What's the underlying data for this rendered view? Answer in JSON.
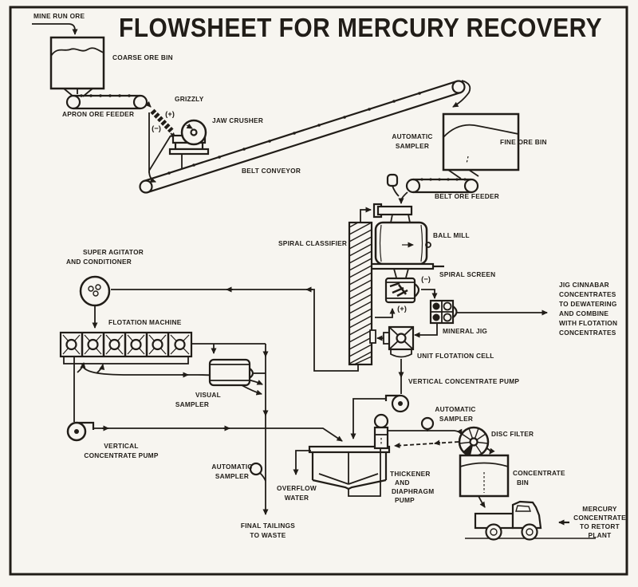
{
  "title": "FLOWSHEET FOR MERCURY RECOVERY",
  "colors": {
    "ink": "#211d18",
    "paper": "#f7f5f0"
  },
  "labels": {
    "mine_run_ore": "MINE RUN ORE",
    "coarse_ore_bin": "COARSE ORE BIN",
    "apron_ore_feeder": "APRON ORE FEEDER",
    "grizzly": "GRIZZLY",
    "jaw_crusher": "JAW CRUSHER",
    "belt_conveyor": "BELT CONVEYOR",
    "fine_ore_bin": "FINE ORE BIN",
    "belt_ore_feeder": "BELT ORE FEEDER",
    "ball_mill": "BALL MILL",
    "spiral_classifier": "SPIRAL CLASSIFIER",
    "spiral_screen": "SPIRAL SCREEN",
    "mineral_jig": "MINERAL JIG",
    "unit_flotation_cell": "UNIT FLOTATION CELL",
    "vertical_concentrate_pump_mid": "VERTICAL CONCENTRATE PUMP",
    "flotation_machine": "FLOTATION MACHINE",
    "disc_filter": "DISC FILTER",
    "plus": "(+)",
    "minus": "(−)"
  },
  "lines": {
    "automatic_sampler_top": [
      "AUTOMATIC",
      "SAMPLER"
    ],
    "super_agitator": [
      "SUPER AGITATOR",
      "AND CONDITIONER"
    ],
    "visual_sampler": [
      "VISUAL",
      "SAMPLER"
    ],
    "vertical_concentrate_pump_left": [
      "VERTICAL",
      "CONCENTRATE PUMP"
    ],
    "automatic_sampler_left": [
      "AUTOMATIC",
      "SAMPLER"
    ],
    "overflow_water": [
      "OVERFLOW",
      "WATER"
    ],
    "final_tailings": [
      "FINAL TAILINGS",
      "TO WASTE"
    ],
    "thickener": [
      "THICKENER",
      "AND",
      "DIAPHRAGM",
      "PUMP"
    ],
    "automatic_sampler_mid": [
      "AUTOMATIC",
      "SAMPLER"
    ],
    "concentrate_bin": [
      "CONCENTRATE",
      "BIN"
    ],
    "jig_note": [
      "JIG  CINNABAR",
      "CONCENTRATES",
      "TO DEWATERING",
      "AND COMBINE",
      "WITH FLOTATION",
      "CONCENTRATES"
    ],
    "mercury_note": [
      "MERCURY",
      "CONCENTRATE",
      "TO  RETORT",
      "PLANT"
    ]
  }
}
